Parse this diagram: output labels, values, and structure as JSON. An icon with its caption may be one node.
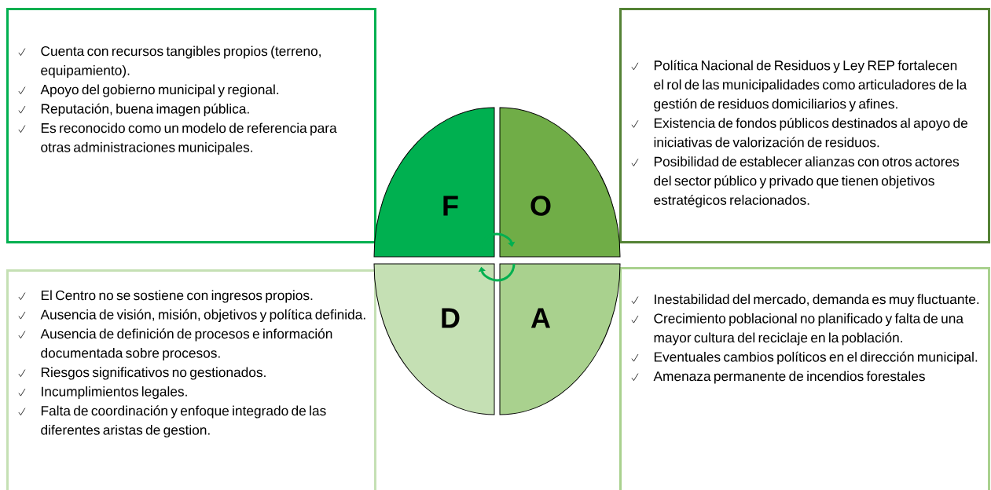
{
  "diagram": {
    "nodes": [
      {
        "text": [
          "Cuenta con recursos tangibles propios (terreno, equipamiento).",
          "Apoyo del gobierno municipal y regional.",
          "Reputación, buena imagen pública.",
          "Es reconocido como un modelo de referencia para otras administraciones municipales."
        ]
      },
      {
        "text": [
          "Política Nacional de Residuos y Ley REP fortalecen el rol de las municipalidades como articuladores de la gestión de residuos domiciliarios y afines.",
          "Existencia de fondos públicos destinados al apoyo de iniciativas de valorización de residuos.",
          "Posibilidad de establecer alianzas con otros actores del sector público y privado que tienen objetivos estratégicos relacionados."
        ]
      },
      {
        "text": [
          "El Centro no se sostiene con ingresos propios.",
          "Ausencia de visión, misión, objetivos y política definida.",
          "Ausencia de definición de procesos e información documentada sobre procesos.",
          "Riesgos significativos no gestionados.",
          "Incumplimientos legales.",
          "Falta de coordinación y enfoque integrado de las diferentes aristas de gestion."
        ]
      },
      {
        "text": [
          "Inestabilidad del mercado, demanda es muy fluctuante.",
          "Crecimiento poblacional no planificado y falta de una mayor cultura del reciclaje en la población.",
          "Eventuales cambios políticos en el dirección municipal.",
          "Amenaza permanente de incendios forestales"
        ]
      },
      {
        "text": [
          "F"
        ]
      },
      {
        "text": [
          "O"
        ]
      },
      {
        "text": [
          "D"
        ]
      },
      {
        "text": [
          "A"
        ]
      }
    ],
    "edges": [
      {
        "from": 4,
        "to": 5,
        "arrow": "to"
      },
      {
        "from": 7,
        "to": 6,
        "arrow": "to"
      }
    ]
  }
}
